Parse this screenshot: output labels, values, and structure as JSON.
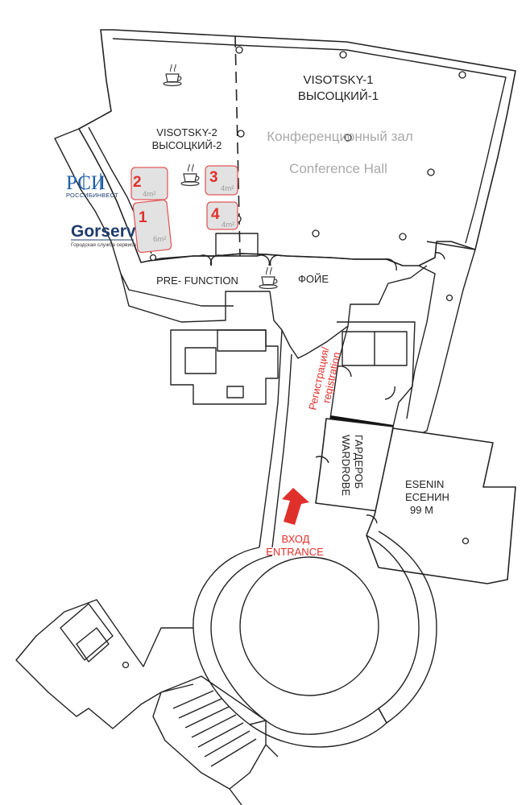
{
  "rooms": {
    "visotsky1": {
      "line1": "VISOTSKY-1",
      "line2": "ВЫСОЦКИЙ-1"
    },
    "conference": {
      "ru": "Конференционный зал",
      "en": "Conference Hall"
    },
    "visotsky2": {
      "line1": "VISOTSKY-2",
      "line2": "ВЫСОЦКИЙ-2"
    },
    "prefunction": "PRE- FUNCTION",
    "foyer": "ФОЙЕ",
    "registration": {
      "ru": "Регистрация/",
      "en": "registration"
    },
    "wardrobe": {
      "en": "WARDROBE",
      "ru": "ГАРДЕРОБ"
    },
    "esenin": {
      "line1": "ESENIN",
      "line2": "ЕСЕНИН",
      "line3": "99 М"
    },
    "entrance": {
      "ru": "ВХОД",
      "en": "ENTRANCE"
    }
  },
  "booths": [
    {
      "number": "2",
      "area": "4m²"
    },
    {
      "number": "1",
      "area": "6m²"
    },
    {
      "number": "3",
      "area": "4m²"
    },
    {
      "number": "4",
      "area": "4m²"
    }
  ],
  "sponsors": [
    {
      "name": "РСИ",
      "caption": "РОССИБИНВЕСТ",
      "color": "#1f5ea8"
    },
    {
      "name": "Gorserv",
      "caption": "Городская служба сервиса",
      "color": "#1f3d6b"
    }
  ],
  "icons": [
    "coffee-cup-icon",
    "entrance-arrow-icon"
  ],
  "colors": {
    "accent": "#e0302c",
    "booth_fill": "#e2e2e2",
    "wall": "#222222",
    "label_grey": "#a9a9a9"
  }
}
